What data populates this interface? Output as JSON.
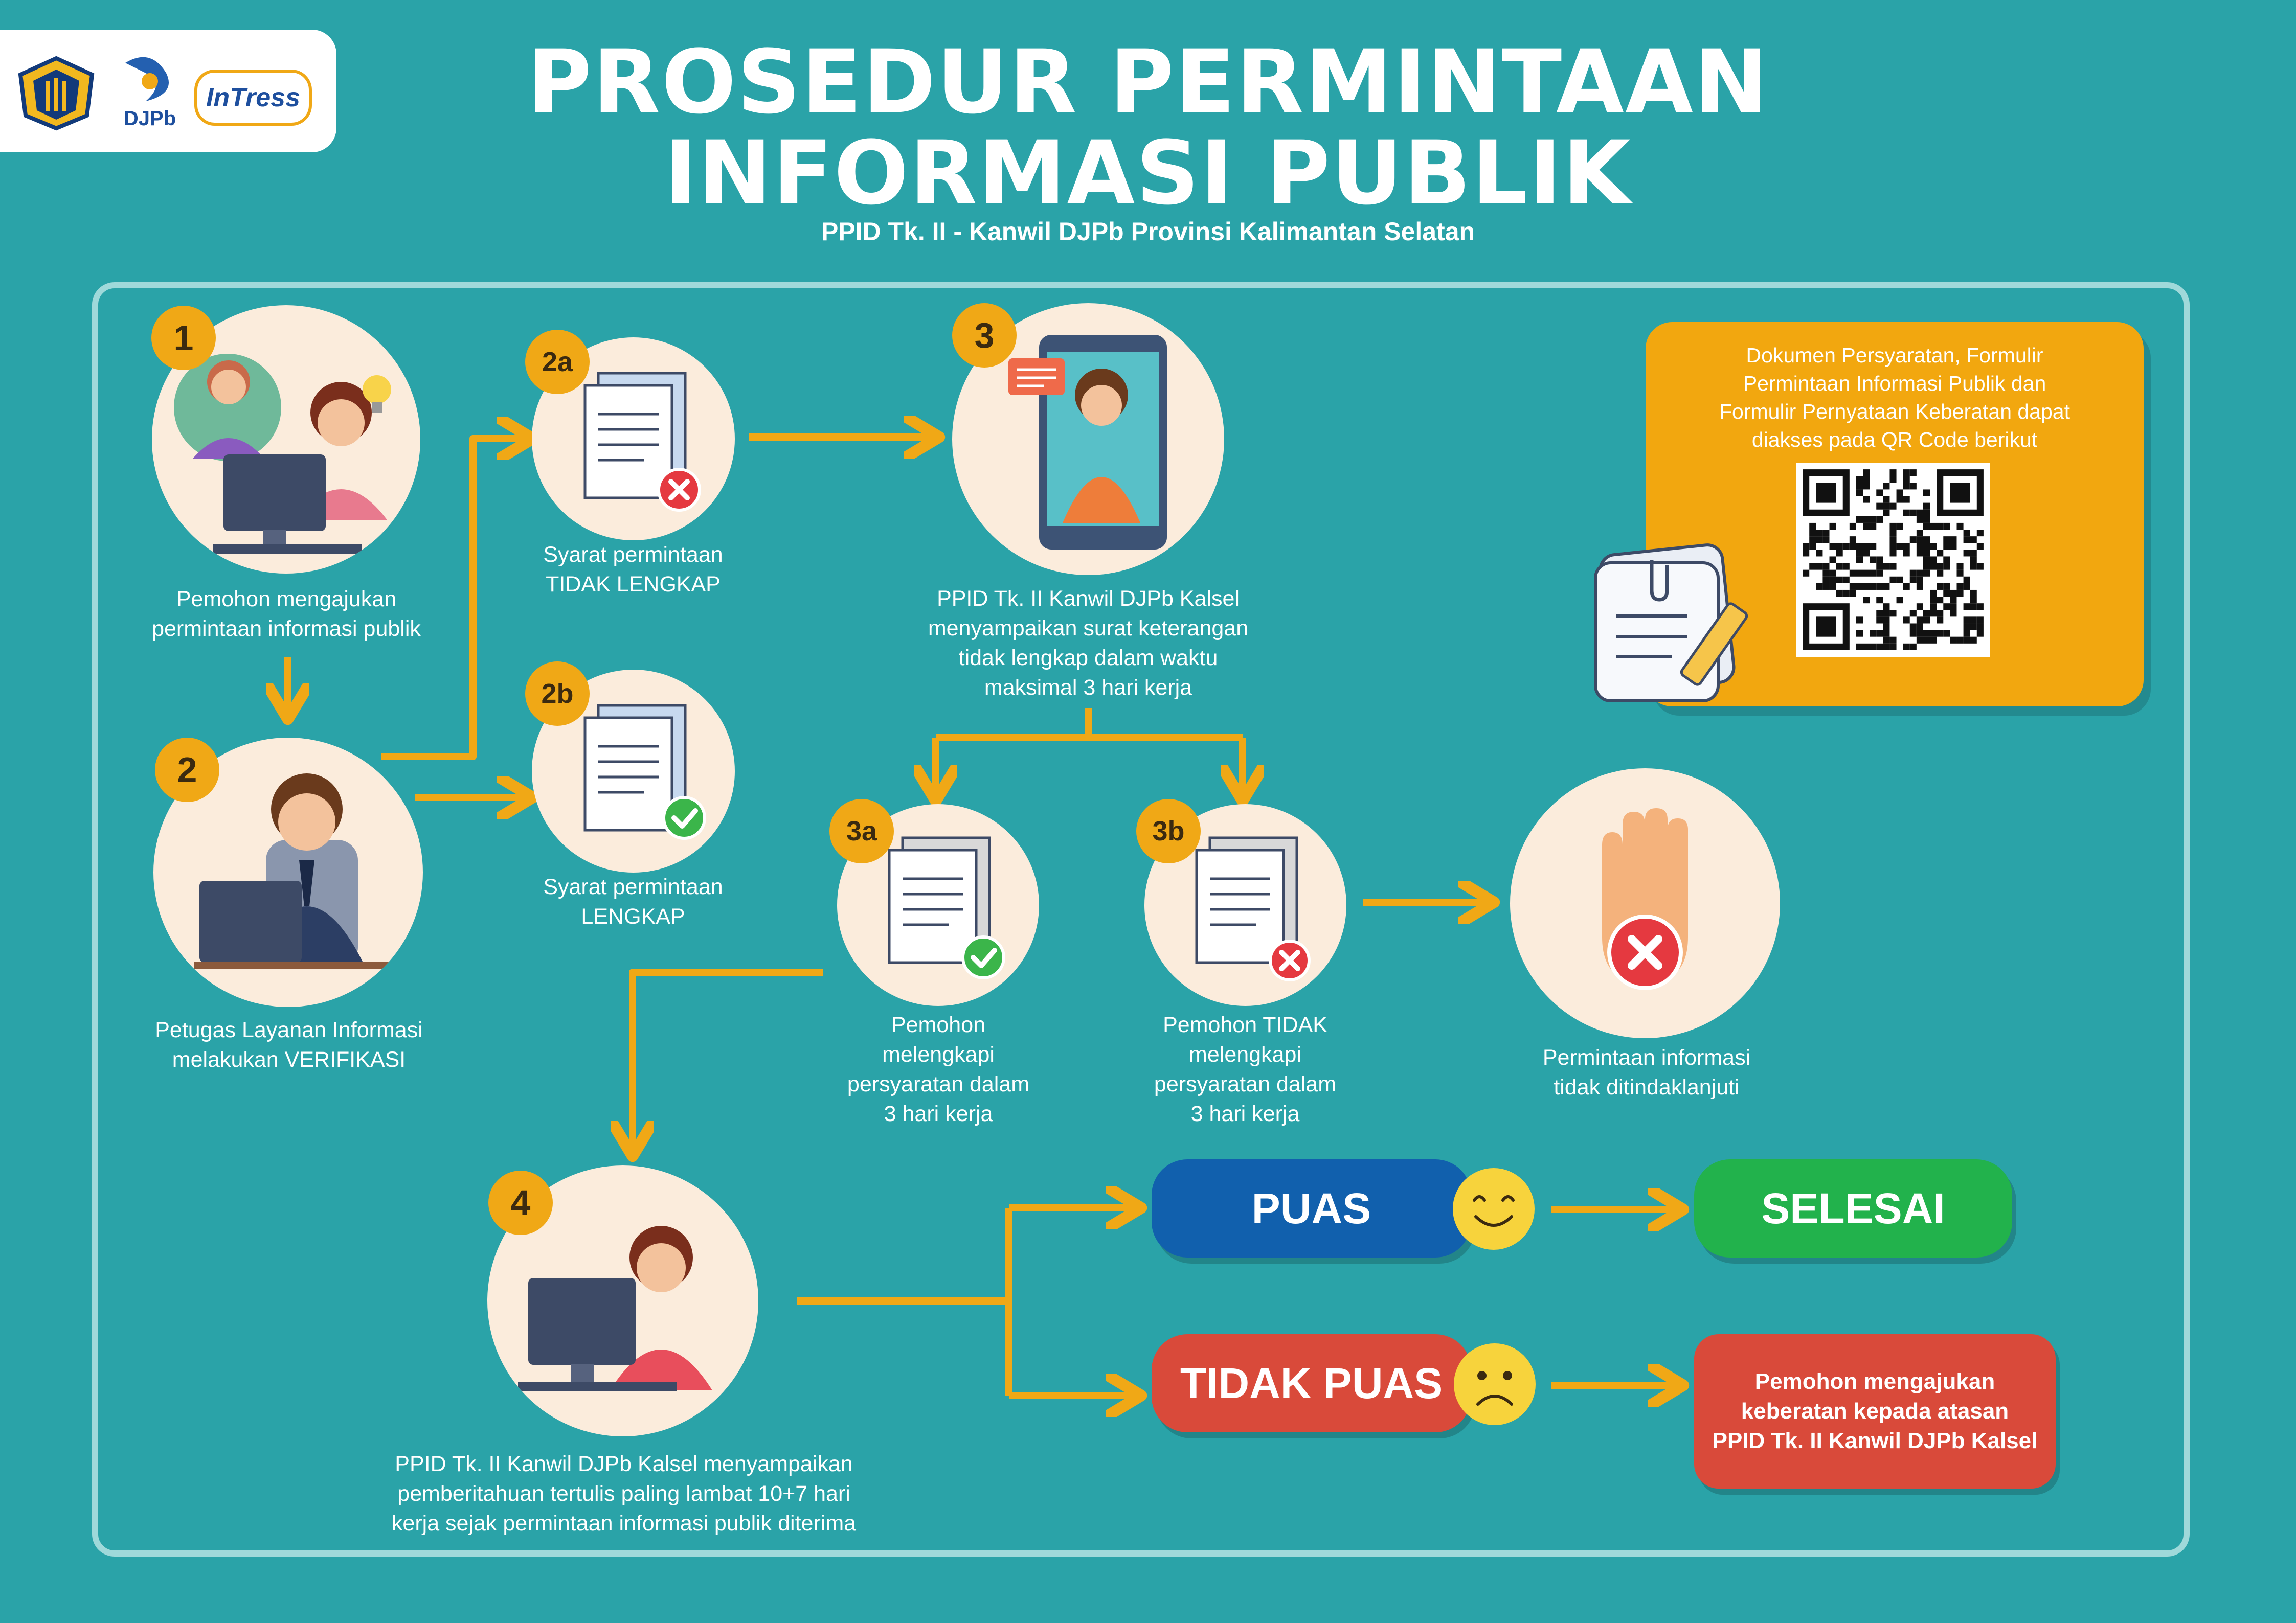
{
  "header": {
    "logos": [
      "kemenkeu-logo",
      "djpb-logo",
      "intress-logo"
    ],
    "logo_djpb_text": "DJPb",
    "logo_intress_text": "InTress",
    "title_line1": "PROSEDUR PERMINTAAN",
    "title_line2": "INFORMASI PUBLIK",
    "subtitle": "PPID Tk. II - Kanwil DJPb Provinsi Kalimantan Selatan"
  },
  "steps": {
    "s1": {
      "badge": "1",
      "caption1": "Pemohon mengajukan",
      "caption2": "permintaan informasi publik"
    },
    "s2": {
      "badge": "2",
      "caption1": "Petugas Layanan Informasi",
      "caption2": "melakukan VERIFIKASI"
    },
    "s2a": {
      "badge": "2a",
      "caption1": "Syarat permintaan",
      "caption2": "TIDAK LENGKAP"
    },
    "s2b": {
      "badge": "2b",
      "caption1": "Syarat permintaan",
      "caption2": "LENGKAP"
    },
    "s3": {
      "badge": "3",
      "caption1": "PPID Tk. II Kanwil DJPb Kalsel",
      "caption2": "menyampaikan surat keterangan",
      "caption3": "tidak lengkap dalam waktu",
      "caption4": "maksimal 3 hari kerja"
    },
    "s3a": {
      "badge": "3a",
      "caption1": "Pemohon",
      "caption2": "melengkapi",
      "caption3": "persyaratan dalam",
      "caption4": "3 hari kerja"
    },
    "s3b": {
      "badge": "3b",
      "caption1": "Pemohon TIDAK",
      "caption2": "melengkapi",
      "caption3": "persyaratan dalam",
      "caption4": "3 hari kerja"
    },
    "stop": {
      "caption1": "Permintaan informasi",
      "caption2": "tidak ditindaklanjuti"
    },
    "s4": {
      "badge": "4",
      "caption1": "PPID Tk. II Kanwil DJPb Kalsel menyampaikan",
      "caption2": "pemberitahuan tertulis paling lambat 10+7 hari",
      "caption3": "kerja sejak permintaan informasi publik diterima"
    }
  },
  "outcomes": {
    "puas": "PUAS",
    "tidak_puas": "TIDAK PUAS",
    "selesai": "SELESAI",
    "keberatan1": "Pemohon mengajukan",
    "keberatan2": "keberatan kepada atasan",
    "keberatan3": "PPID Tk. II Kanwil DJPb Kalsel"
  },
  "documents": {
    "line1": "Dokumen Persyaratan, Formulir",
    "line2": "Permintaan Informasi Publik dan",
    "line3": "Formulir Pernyataan Keberatan dapat",
    "line4": "diakses pada QR Code berikut"
  },
  "colors": {
    "background": "#2aa3a8",
    "accent_orange": "#f0a816",
    "circle_fill": "#fbecdc",
    "puas_blue": "#1160ad",
    "tidak_puas_red": "#d94a3a",
    "selesai_green": "#22b24c",
    "keberatan_red": "#d94a3a",
    "emoji_yellow": "#f7d33c"
  }
}
